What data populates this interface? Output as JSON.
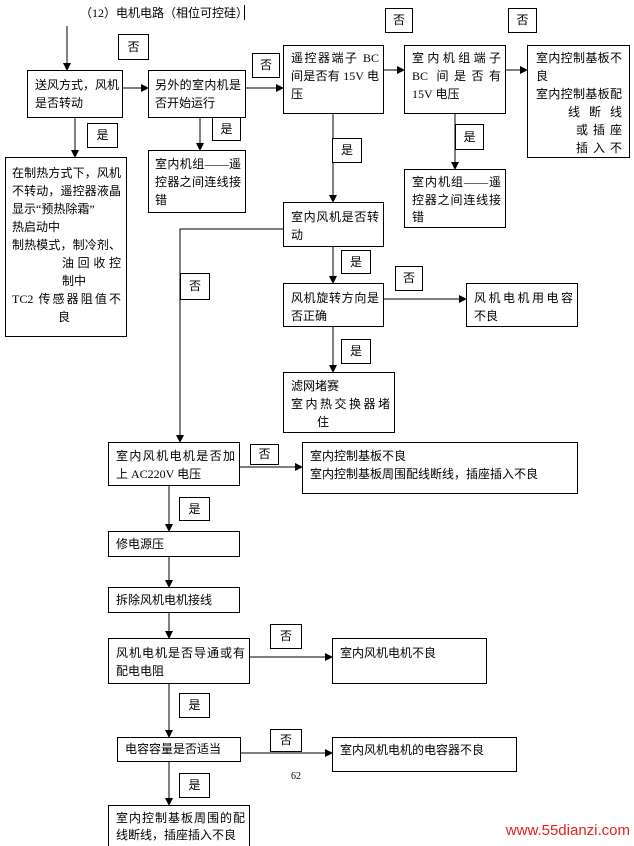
{
  "title": "（12）电机电路（相位可控硅）",
  "labels": {
    "yes": "是",
    "no": "否"
  },
  "nodes": {
    "fan_mode_check": {
      "lines": [
        "送风方式，风机",
        "是否转动"
      ]
    },
    "other_unit_check": {
      "lines": [
        "另外的室内机是",
        "否开始运行"
      ]
    },
    "remote_bc_voltage_check": {
      "lines": [
        "遥控器端子 BC",
        "间是否有 15V 电",
        "压"
      ]
    },
    "indoor_bc_voltage_check": {
      "lines": [
        "室内机组端子",
        "BC 间是否有",
        "15V 电压"
      ]
    },
    "control_board_fault": {
      "lines": [
        "室内控制基板不",
        "良",
        "室内控制基板配",
        "线断线",
        "或插座",
        "插入不"
      ]
    },
    "heating_mode_note": {
      "lines": [
        "在制热方式下，风机",
        "不转动，遥控器液晶",
        "显示“预热除霜”",
        "热启动中",
        "制热模式，制冷剂、",
        "油回收控",
        "制中",
        "TC2 传感器阻值不",
        "良"
      ]
    },
    "wiring_error_remote": {
      "lines": [
        "室内机组——遥",
        "控器之间连线接",
        "错"
      ]
    },
    "wiring_error_indoor": {
      "lines": [
        "室内机组——遥",
        "控器之间连线接",
        "错"
      ]
    },
    "indoor_fan_running_check": {
      "lines": [
        "室内风机是否转",
        "动"
      ]
    },
    "fan_direction_check": {
      "lines": [
        "风机旋转方向是",
        "否正确"
      ]
    },
    "fan_capacitor_fault": {
      "lines": [
        "风机电机用电容",
        "不良"
      ]
    },
    "filter_blocked": {
      "lines": [
        "滤网堵赛",
        "室内热交换器堵",
        "住"
      ]
    },
    "ac220v_check": {
      "lines": [
        "室内风机电机是否加",
        "上 AC220V 电压"
      ]
    },
    "board_wiring_fault": {
      "lines": [
        "室内控制基板不良",
        "室内控制基板周围配线断线，插座插入不良"
      ]
    },
    "repair_supply_voltage": {
      "lines": [
        "修电源压"
      ]
    },
    "remove_fan_wiring": {
      "lines": [
        "拆除风机电机接线"
      ]
    },
    "motor_continuity_check": {
      "lines": [
        "风机电机是否导通或有",
        "配电电阻"
      ]
    },
    "indoor_fan_motor_fault": {
      "lines": [
        "室内风机电机不良"
      ]
    },
    "capacitor_capacity_check": {
      "lines": [
        "电容容量是否适当"
      ]
    },
    "motor_capacitor_fault": {
      "lines": [
        "室内风机电机的电容器不良"
      ]
    },
    "board_peripheral_wiring_fault": {
      "lines": [
        "室内控制基板周围的配",
        "线断线，插座插入不良"
      ]
    }
  },
  "page_number": "62",
  "watermark": "www.55dianzi.com",
  "colors": {
    "line": "#000000",
    "watermark": "#e3201c"
  }
}
